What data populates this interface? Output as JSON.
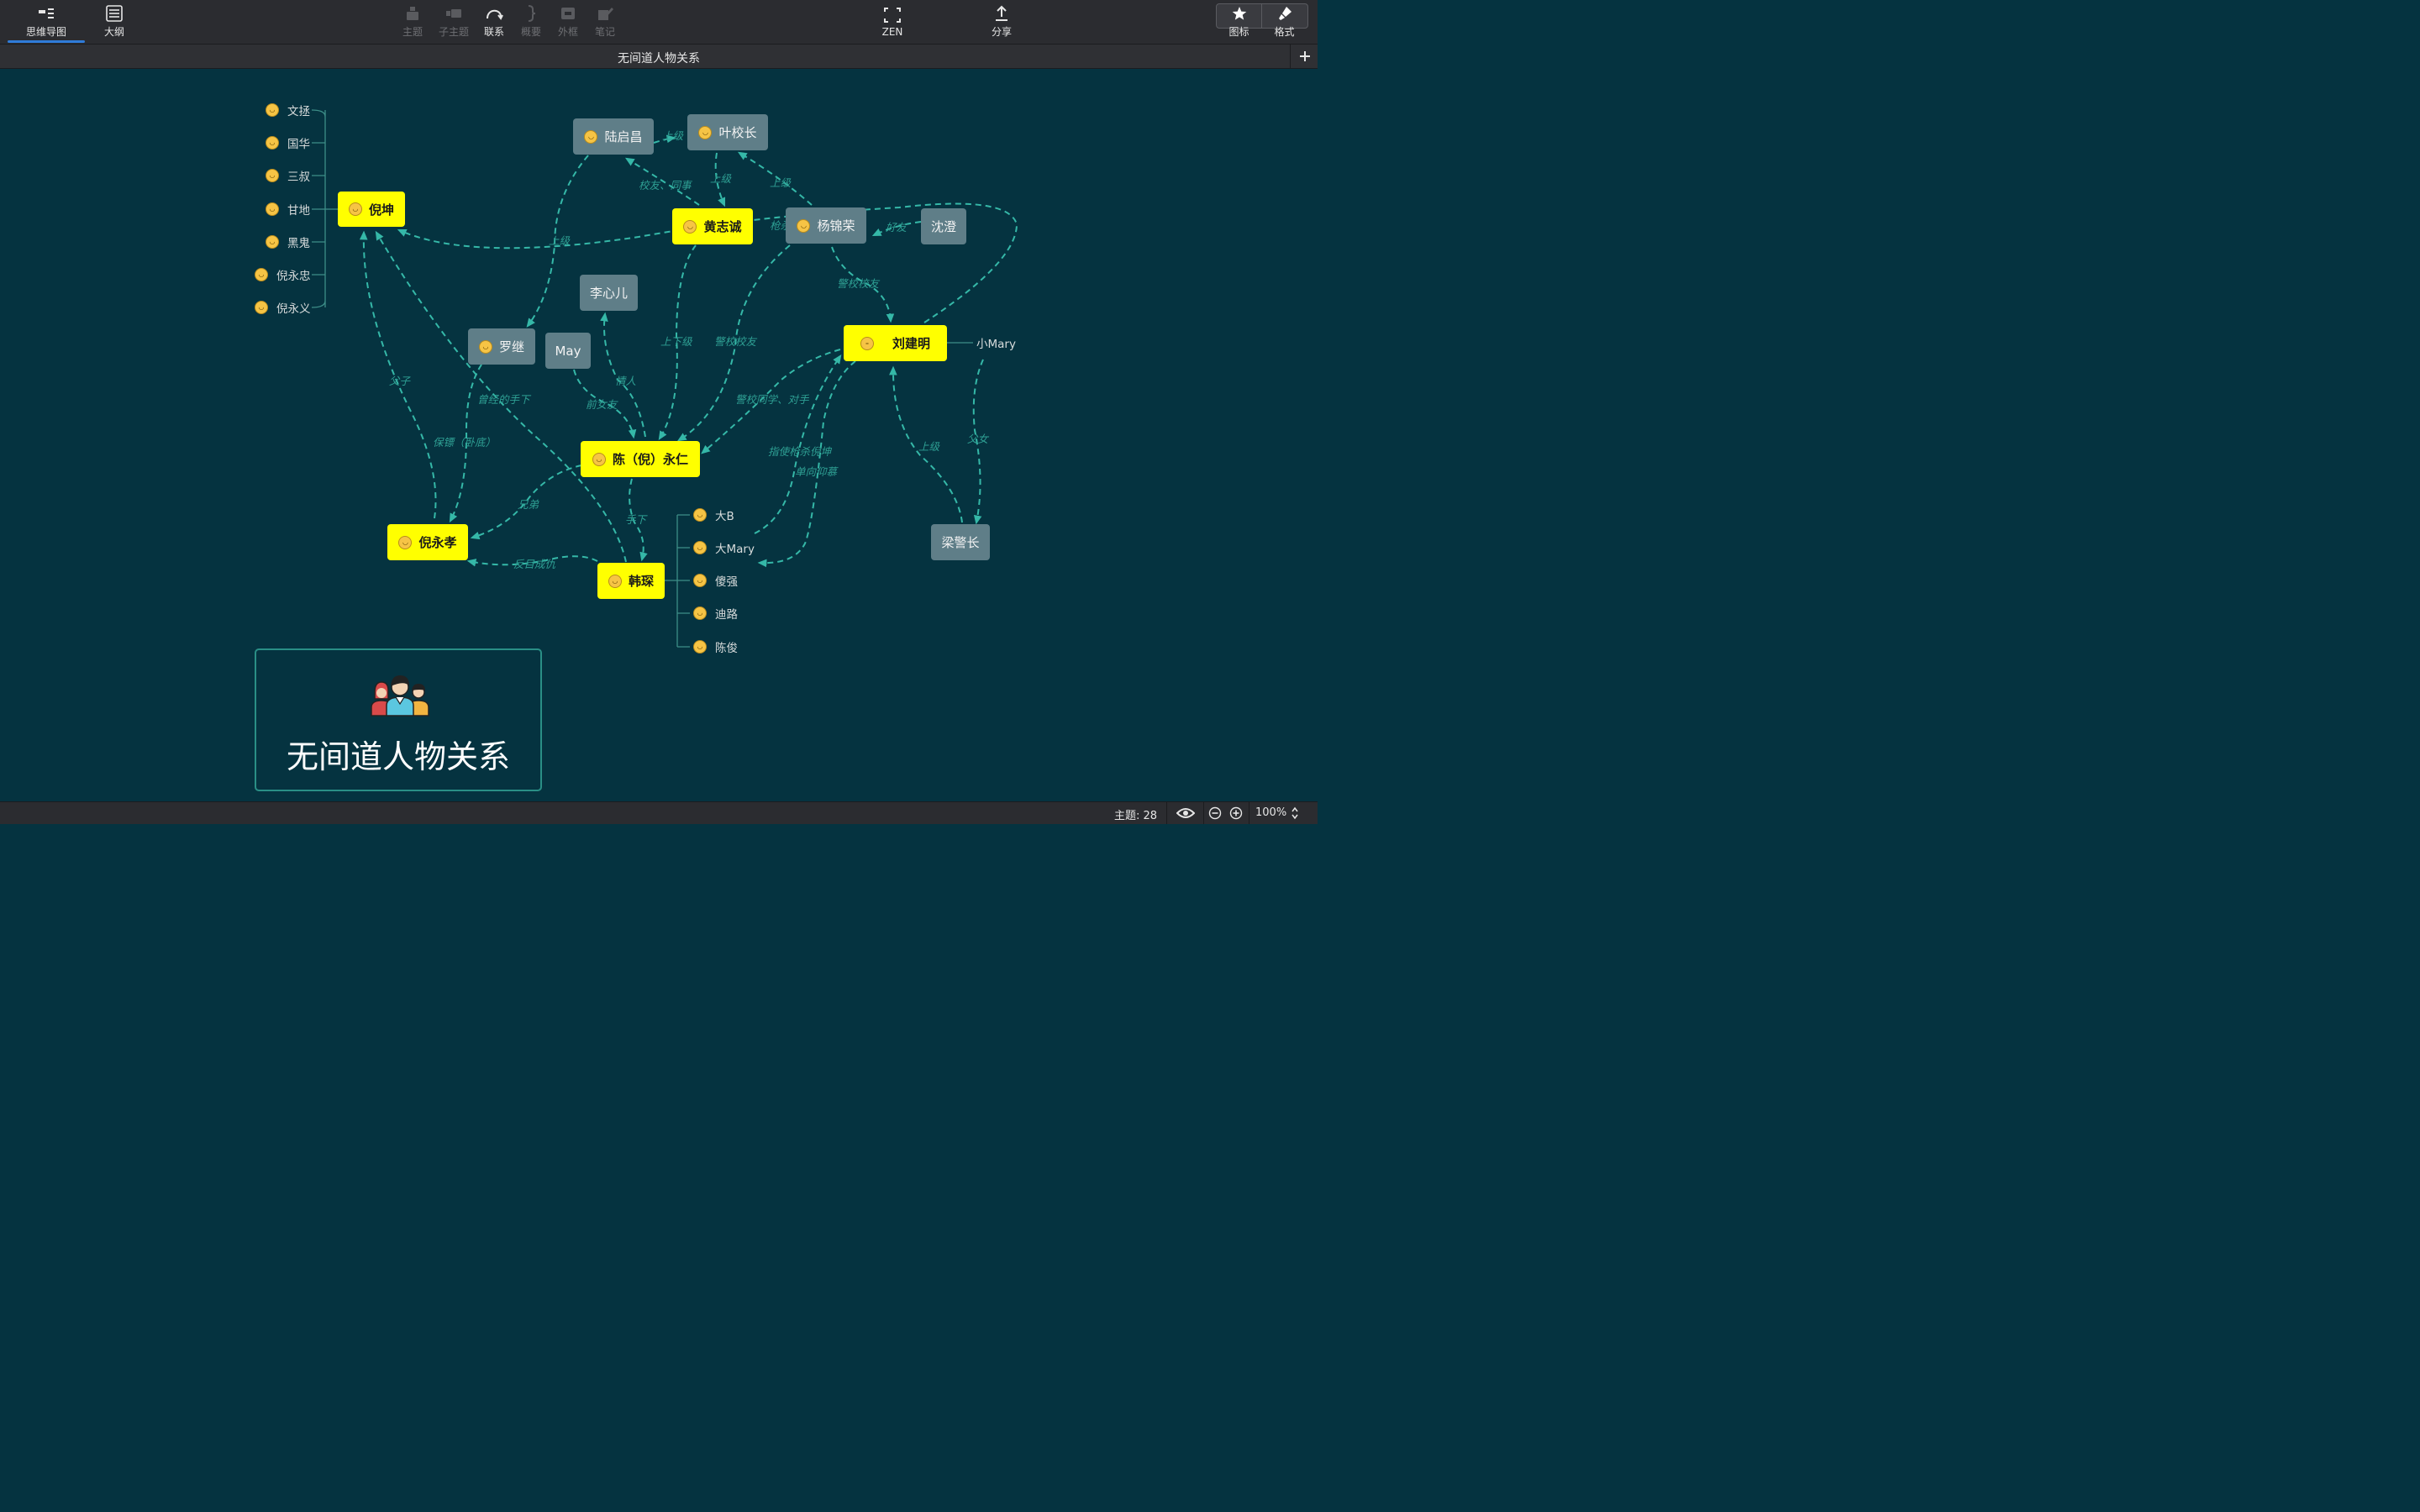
{
  "toolbar": {
    "mindmap": "思维导图",
    "outline": "大纲",
    "topic": "主题",
    "subtopic": "子主题",
    "relation": "联系",
    "summary": "概要",
    "boundary": "外框",
    "note": "笔记",
    "zen": "ZEN",
    "share": "分享",
    "icon": "图标",
    "format": "格式"
  },
  "tab": {
    "title": "无间道人物关系"
  },
  "colors": {
    "canvas": "#053340",
    "topic_yellow": "#ffff00",
    "topic_gray": "#5f7e88",
    "relation": "#35b8a8",
    "accent": "#2f7bd9"
  },
  "nodes": {
    "nikun": "倪坤",
    "luqichang": "陆启昌",
    "yexiaozhang": "叶校长",
    "huangzhicheng": "黄志诚",
    "yangjinrong": "杨锦荣",
    "shencheng": "沈澄",
    "lixiner": "李心儿",
    "luoji": "罗继",
    "may": "May",
    "liujianming": "刘建明",
    "chenyongren": "陈（倪）永仁",
    "niyongxiao": "倪永孝",
    "hanchen": "韩琛",
    "liangjingzhang": "梁警长"
  },
  "leaves": {
    "nikun_children": [
      "文拯",
      "国华",
      "三叔",
      "甘地",
      "黑鬼",
      "倪永忠",
      "倪永义"
    ],
    "hanchen_children": [
      "大B",
      "大Mary",
      "傻强",
      "迪路",
      "陈俊"
    ],
    "liujianming_child": "小Mary"
  },
  "relations": {
    "r1": "上级",
    "r2": "校友、同事",
    "r3": "上级",
    "r4": "上级",
    "r5": "枪杀",
    "r6": "好友",
    "r7": "上级",
    "r8": "警校校友",
    "r9": "上下级",
    "r10": "警校校友",
    "r11": "情人",
    "r12": "前女友",
    "r13": "曾经的手下",
    "r14": "父子",
    "r15": "保镖（卧底）",
    "r16": "警校同学、对手",
    "r17": "指使枪杀倪坤",
    "r18": "单向仰慕",
    "r19": "上级",
    "r20": "父女",
    "r21": "兄弟",
    "r22": "手下",
    "r23": "反目成仇"
  },
  "card": {
    "title": "无间道人物关系"
  },
  "status": {
    "topics": "主题: 28",
    "zoom": "100%"
  }
}
